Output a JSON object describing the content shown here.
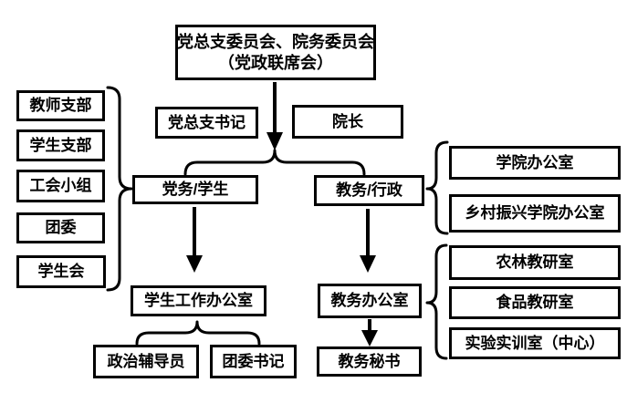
{
  "diagram": {
    "top_committee": {
      "line1": "党总支委员会、院务委员会",
      "line2": "（党政联席会）"
    },
    "leaders": {
      "party_branch_secretary": "党总支书记",
      "dean": "院长"
    },
    "branches": {
      "party_student": "党务/学生",
      "academic_admin": "教务/行政"
    },
    "left_column": [
      "教师支部",
      "学生支部",
      "工会小组",
      "团委",
      "学生会"
    ],
    "student_affairs": {
      "office": "学生工作办公室",
      "political_counselor": "政治辅导员",
      "youth_league_secretary": "团委书记"
    },
    "academic_affairs": {
      "office": "教务办公室",
      "secretary": "教务秘书"
    },
    "right_group_admin": [
      "学院办公室",
      "乡村振兴学院办公室"
    ],
    "right_group_teaching": [
      "农林教研室",
      "食品教研室",
      "实验实训室（中心）"
    ]
  },
  "colors": {
    "ink": "#000000",
    "background": "#ffffff"
  }
}
